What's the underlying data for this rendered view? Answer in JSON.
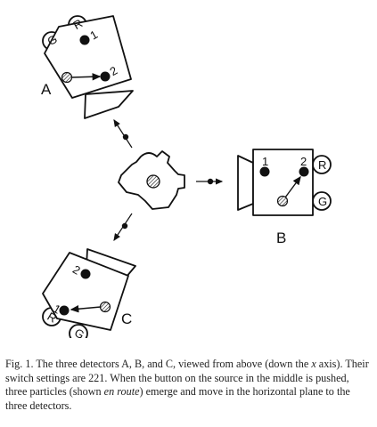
{
  "figure": {
    "detector_A": {
      "label": "A",
      "light_R": "R",
      "light_G": "G",
      "switch_1": "1",
      "switch_2": "2"
    },
    "detector_B": {
      "label": "B",
      "light_R": "R",
      "light_G": "G",
      "switch_1": "1",
      "switch_2": "2"
    },
    "detector_C": {
      "label": "C",
      "light_R": "R",
      "light_G": "G",
      "switch_1": "1",
      "switch_2": "2"
    }
  },
  "caption": {
    "prefix": "Fig. 1. The three detectors A, B, and C, viewed from above (down the ",
    "x_var": "x",
    "middle": " axis). Their switch settings are 221. When the button on the source in the middle is pushed, three particles (shown ",
    "en_route": "en route",
    "suffix": ") emerge and move in the horizontal plane to the three detectors."
  }
}
